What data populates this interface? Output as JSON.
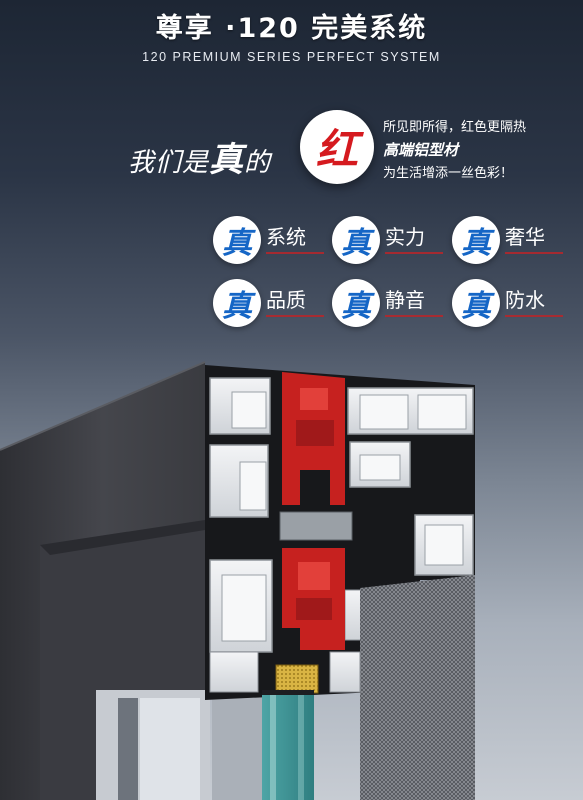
{
  "header": {
    "title_cn": "尊享 ·120 完美系统",
    "title_en": "120 PREMIUM SERIES PERFECT SYSTEM"
  },
  "slogan": {
    "prefix": "我们是",
    "emphasis": "真",
    "suffix": "的",
    "badge": "红"
  },
  "description": {
    "line1": "所见即所得，红色更隔热",
    "line2": "高端铝型材",
    "line3": "为生活增添一丝色彩！"
  },
  "features": [
    {
      "icon": "真",
      "label": "系统"
    },
    {
      "icon": "真",
      "label": "实力"
    },
    {
      "icon": "真",
      "label": "奢华"
    },
    {
      "icon": "真",
      "label": "品质"
    },
    {
      "icon": "真",
      "label": "静音"
    },
    {
      "icon": "真",
      "label": "防水"
    }
  ],
  "colors": {
    "accent_red": "#d51a1f",
    "accent_blue": "#1566c6",
    "frame_dark": "#3a3a40",
    "aluminum": "#e6e8ea"
  }
}
